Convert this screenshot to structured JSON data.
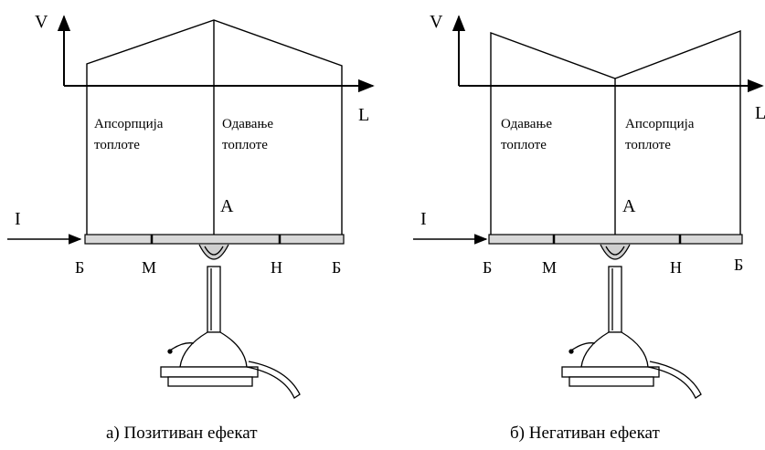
{
  "left": {
    "axis_v": "V",
    "axis_l": "L",
    "current": "I",
    "region_left_line1": "Апсорпција",
    "region_left_line2": "топлоте",
    "region_right_line1": "Одавање",
    "region_right_line2": "топлоте",
    "point_a": "A",
    "point_b_left": "Б",
    "point_m": "M",
    "point_h": "H",
    "point_b_right": "Б",
    "caption": "а) Позитиван ефекат"
  },
  "right": {
    "axis_v": "V",
    "axis_l": "L",
    "current": "I",
    "region_left_line1": "Одавање",
    "region_left_line2": "топлоте",
    "region_right_line1": "Апсорпција",
    "region_right_line2": "топлоте",
    "point_a": "A",
    "point_b_left": "Б",
    "point_m": "M",
    "point_h": "H",
    "point_b_right": "Б",
    "caption": "б) Негативан ефекат"
  }
}
